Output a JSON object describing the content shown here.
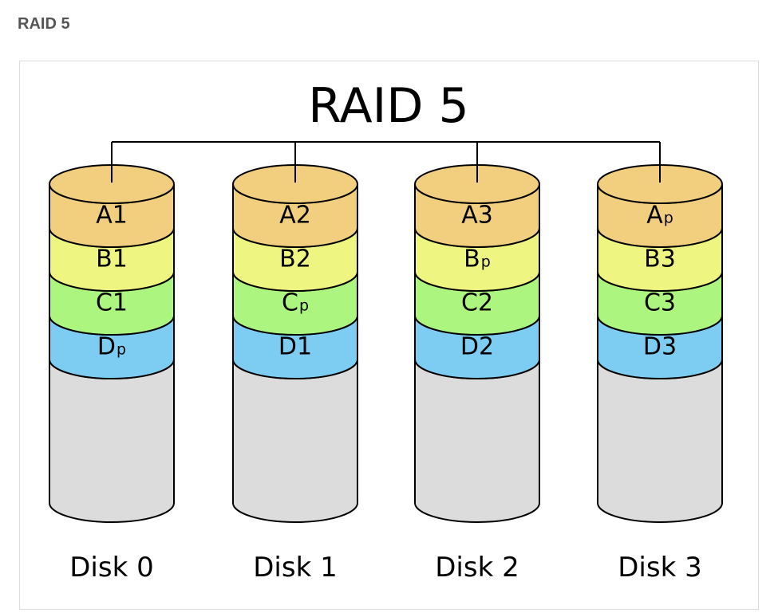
{
  "page": {
    "heading": "RAID 5"
  },
  "diagram": {
    "title": "RAID 5",
    "colors": {
      "A": "#f2cf7e",
      "B": "#eef581",
      "C": "#acf57e",
      "D": "#7dcdf3",
      "empty": "#dcdcdc",
      "outline": "#000000"
    },
    "disks": [
      {
        "label": "Disk 0",
        "blocks": [
          {
            "row": "A",
            "letter": "A",
            "sub": "1"
          },
          {
            "row": "B",
            "letter": "B",
            "sub": "1"
          },
          {
            "row": "C",
            "letter": "C",
            "sub": "1"
          },
          {
            "row": "D",
            "letter": "D",
            "sub": "p"
          }
        ]
      },
      {
        "label": "Disk 1",
        "blocks": [
          {
            "row": "A",
            "letter": "A",
            "sub": "2"
          },
          {
            "row": "B",
            "letter": "B",
            "sub": "2"
          },
          {
            "row": "C",
            "letter": "C",
            "sub": "p"
          },
          {
            "row": "D",
            "letter": "D",
            "sub": "1"
          }
        ]
      },
      {
        "label": "Disk 2",
        "blocks": [
          {
            "row": "A",
            "letter": "A",
            "sub": "3"
          },
          {
            "row": "B",
            "letter": "B",
            "sub": "p"
          },
          {
            "row": "C",
            "letter": "C",
            "sub": "2"
          },
          {
            "row": "D",
            "letter": "D",
            "sub": "2"
          }
        ]
      },
      {
        "label": "Disk 3",
        "blocks": [
          {
            "row": "A",
            "letter": "A",
            "sub": "p"
          },
          {
            "row": "B",
            "letter": "B",
            "sub": "3"
          },
          {
            "row": "C",
            "letter": "C",
            "sub": "3"
          },
          {
            "row": "D",
            "letter": "D",
            "sub": "3"
          }
        ]
      }
    ]
  }
}
